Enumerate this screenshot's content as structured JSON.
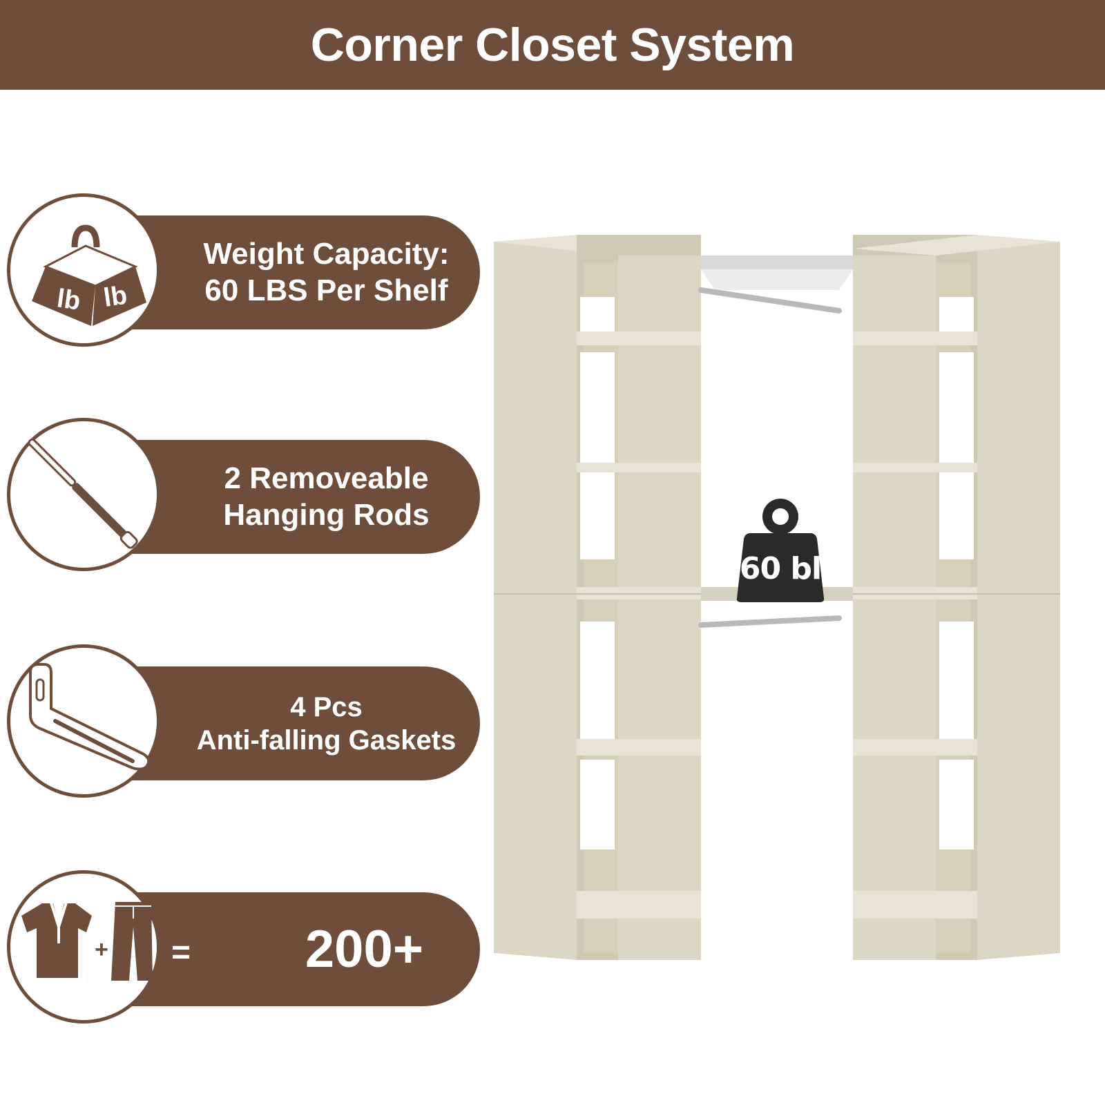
{
  "header": {
    "title": "Corner Closet System"
  },
  "colors": {
    "brand": "#6e4e3a",
    "wood": "#dcd6c4",
    "badge": "#2a2a2a"
  },
  "features": [
    {
      "icon": "weight-lb-icon",
      "lines": [
        "Weight Capacity:",
        "60 LBS Per Shelf"
      ],
      "icon_labels": [
        "lb",
        "lb"
      ]
    },
    {
      "icon": "hanging-rod-icon",
      "lines": [
        "2 Removeable",
        "Hanging Rods"
      ]
    },
    {
      "icon": "l-bracket-icon",
      "lines": [
        "4 Pcs",
        "Anti-falling Gaskets"
      ]
    },
    {
      "icon": "shirt-plus-pants-icon",
      "symbols": {
        "plus": "+",
        "equals": "="
      },
      "lines": [
        "200+"
      ]
    }
  ],
  "product": {
    "weight_badge": "60 bl"
  }
}
